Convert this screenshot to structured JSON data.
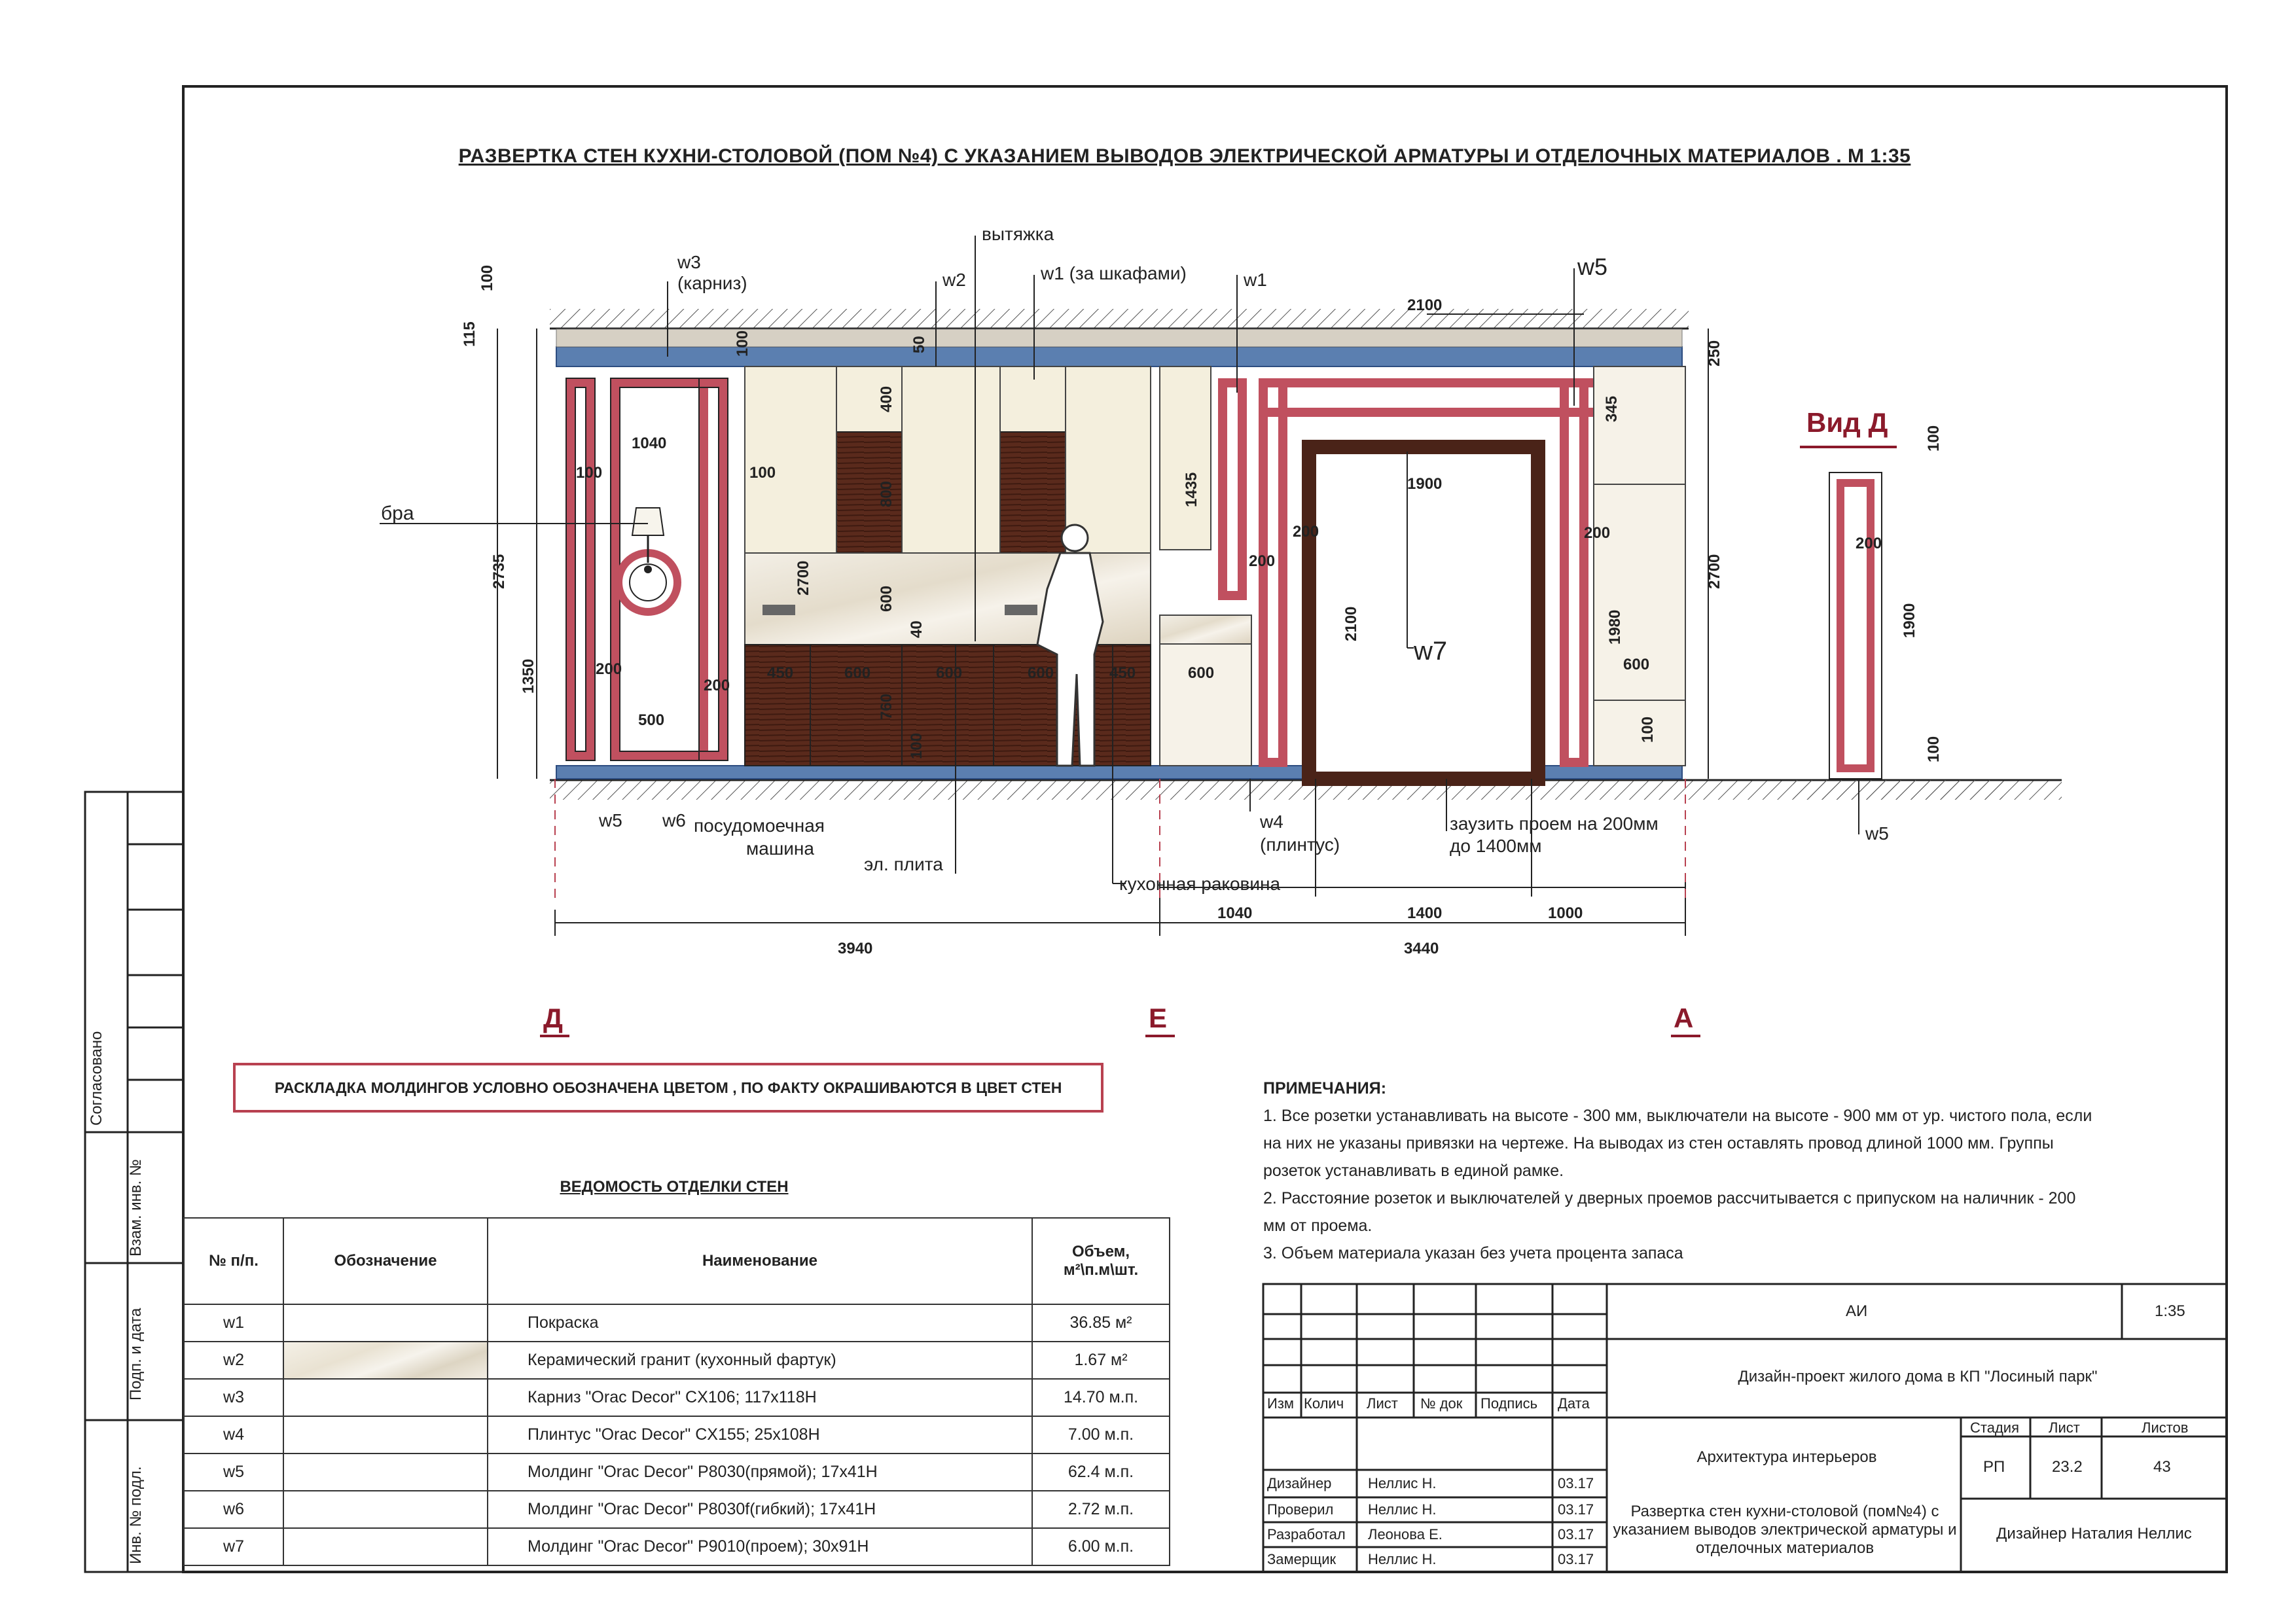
{
  "title": "РАЗВЕРТКА СТЕН  КУХНИ-СТОЛОВОЙ (ПОМ №4) С УКАЗАНИЕМ ВЫВОДОВ ЭЛЕКТРИЧЕСКОЙ АРМАТУРЫ И ОТДЕЛОЧНЫХ МАТЕРИАЛОВ . М 1:35",
  "labels": {
    "w3": "w3",
    "karniz": "(карниз)",
    "vytyazhka": "вытяжка",
    "w2": "w2",
    "w1_za": "w1 (за шкафами)",
    "w1": "w1",
    "w5": "w5",
    "bra": "бра",
    "w7": "w7",
    "w5b": "w5",
    "w6": "w6",
    "posuda1": "посудомоечная",
    "posuda2": "машина",
    "plita": "эл. плита",
    "rakovina": "кухонная раковина",
    "w4": "w4",
    "plintus": "(плинтус)",
    "zauzit1": "заузить проем  на 200мм",
    "zauzit2": "до 1400мм",
    "vid": "Вид Д",
    "w5c": "w5",
    "axisD": "Д",
    "axisE": "Е",
    "axisA": "А"
  },
  "dims": {
    "d100a": "100",
    "d115": "115",
    "d2735": "2735",
    "d1350": "1350",
    "d1040": "1040",
    "d100b": "100",
    "d100c": "100",
    "d100d": "100",
    "d50": "50",
    "d400": "400",
    "d800": "800",
    "d600a": "600",
    "d2700a": "2700",
    "d40": "40",
    "d760": "760",
    "d100e": "100",
    "d200a": "200",
    "d200b": "200",
    "d500": "500",
    "d450a": "450",
    "d600b": "600",
    "d600c": "600",
    "d600d": "600",
    "d450b": "450",
    "d600e": "600",
    "d1435": "1435",
    "d200c": "200",
    "d200d": "200",
    "d1900": "1900",
    "d2100a": "2100",
    "d2100b": "2100",
    "d200e": "200",
    "d345": "345",
    "d1980": "1980",
    "d600f": "600",
    "d100f": "100",
    "d250": "250",
    "d2700b": "2700",
    "d100g": "100",
    "d200f": "200",
    "d1900b": "1900",
    "d100h": "100",
    "b1040": "1040",
    "b1400": "1400",
    "b1000": "1000",
    "b3940": "3940",
    "b3440": "3440"
  },
  "molding_note": "РАСКЛАДКА МОЛДИНГОВ УСЛОВНО ОБОЗНАЧЕНА ЦВЕТОМ , ПО ФАКТУ ОКРАШИВАЮТСЯ В ЦВЕТ СТЕН",
  "notes": {
    "title": "ПРИМЕЧАНИЯ:",
    "l1": "1. Все розетки устанавливать на высоте - 300 мм, выключатели на высоте - 900 мм от ур. чистого пола, если",
    "l2": "на них не указаны привязки на чертеже. На выводах из стен оставлять провод длиной 1000 мм. Группы",
    "l3": "розеток устанавливать в единой рамке.",
    "l4": "2. Расстояние розеток и выключателей у дверных проемов рассчитывается с припуском на наличник - 200",
    "l5": "мм от проема.",
    "l6": "3. Объем материала указан без учета процента запаса"
  },
  "finish_table": {
    "title": "ВЕДОМОСТЬ ОТДЕЛКИ СТЕН",
    "headers": {
      "num": "№ п/п.",
      "code": "Обозначение",
      "name": "Наименование",
      "vol": "Объем, м²\\п.м\\шт."
    },
    "rows": [
      {
        "num": "w1",
        "name": "Покраска",
        "vol": "36.85 м²"
      },
      {
        "num": "w2",
        "name": "Керамический гранит (кухонный фартук)",
        "vol": "1.67 м²"
      },
      {
        "num": "w3",
        "name": "Карниз \"Orac Decor\" CX106; 117x118H",
        "vol": "14.70 м.п."
      },
      {
        "num": "w4",
        "name": "Плинтус \"Orac Decor\" CX155; 25x108H",
        "vol": "7.00 м.п."
      },
      {
        "num": "w5",
        "name": "Молдинг \"Orac Decor\" P8030(прямой); 17x41H",
        "vol": "62.4 м.п."
      },
      {
        "num": "w6",
        "name": "Молдинг \"Orac Decor\" P8030f(гибкий); 17x41H",
        "vol": "2.72 м.п."
      },
      {
        "num": "w7",
        "name": "Молдинг \"Orac Decor\" P9010(проем); 30x91H",
        "vol": "6.00 м.п."
      }
    ]
  },
  "side_stamp": {
    "agreed": "Согласовано",
    "vzam": "Взам. инв. №",
    "podp": "Подп. и дата",
    "inv": "Инв. № подл."
  },
  "title_block": {
    "code": "АИ",
    "scale": "1:35",
    "project": "Дизайн-проект жилого дома в КП \"Лосиный парк\"",
    "col_izm": "Изм",
    "col_kol": "Колич",
    "col_list": "Лист",
    "col_ndok": "№ док",
    "col_podp": "Подпись",
    "col_date": "Дата",
    "section": "Архитектура интерьеров",
    "stage_h": "Стадия",
    "sheet_h": "Лист",
    "sheets_h": "Листов",
    "stage": "РП",
    "sheet": "23.2",
    "sheets": "43",
    "role1": "Дизайнер",
    "name1": "Неллис Н.",
    "date1": "03.17",
    "role2": "Проверил",
    "name2": "Неллис Н.",
    "date2": "03.17",
    "role3": "Разработал",
    "name3": "Леонова Е.",
    "date3": "03.17",
    "role4": "Замерщик",
    "name4": "Неллис Н.",
    "date4": "03.17",
    "sheet_title": "Развертка стен кухни-столовой (пом№4) с указанием выводов электрической арматуры и отделочных материалов",
    "designer": "Дизайнер Наталия Неллис"
  }
}
